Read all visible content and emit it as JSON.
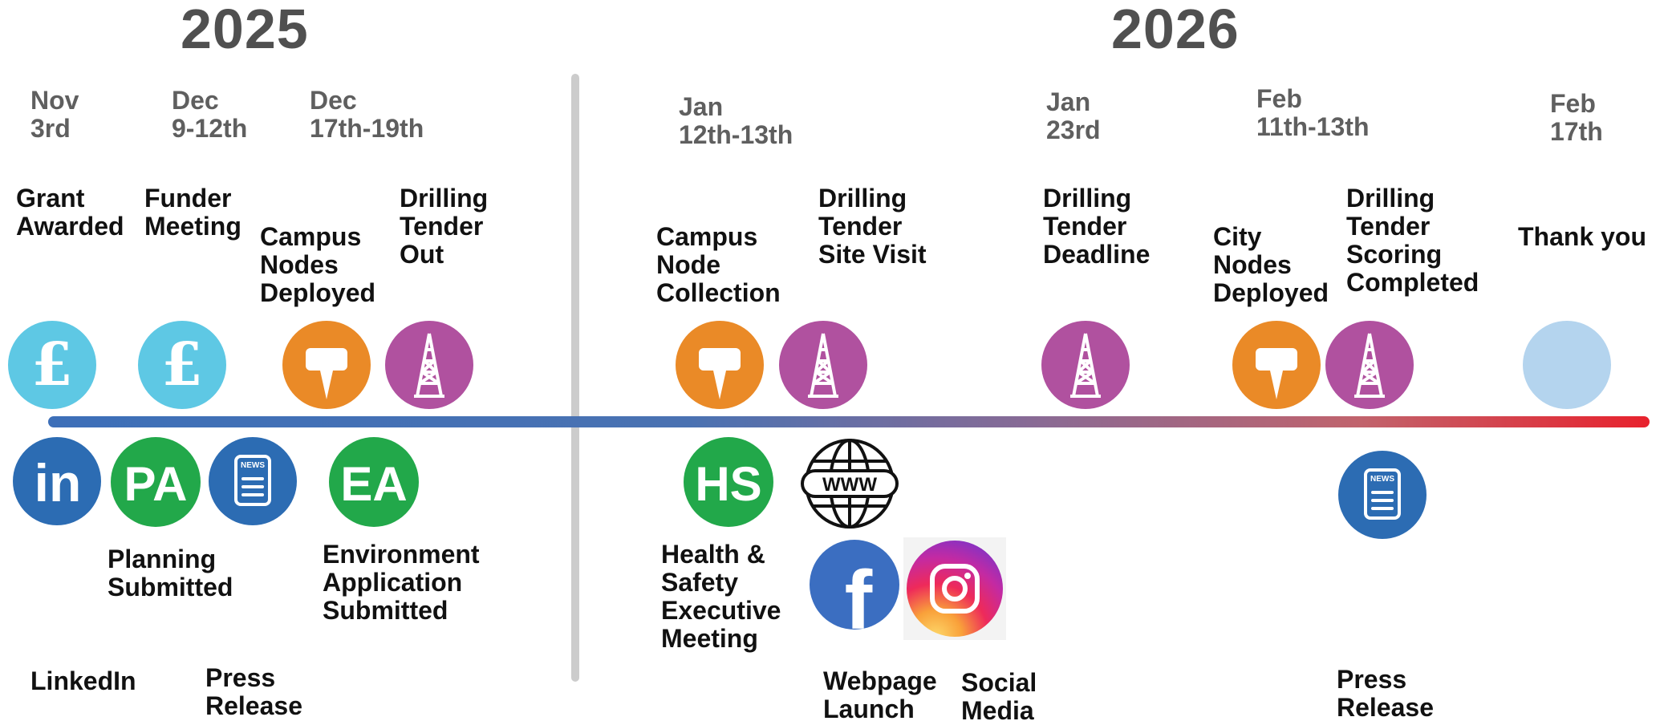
{
  "years": [
    "2025",
    "2026"
  ],
  "dates": [
    "Nov\n3rd",
    "Dec\n9-12th",
    "Dec\n17th-19th",
    "Jan\n12th-13th",
    "Jan\n23rd",
    "Feb\n11th-13th",
    "Feb\n17th"
  ],
  "milestones_above": [
    "Grant\nAwarded",
    "Funder\nMeeting",
    "Campus\nNodes\nDeployed",
    "Drilling\nTender\nOut",
    "Campus\nNode\nCollection",
    "Drilling\nTender\nSite Visit",
    "Drilling\nTender\nDeadline",
    "City\nNodes\nDeployed",
    "Drilling\nTender\nScoring\nCompleted",
    "Thank you"
  ],
  "milestones_below": [
    "Planning\nSubmitted",
    "Environment\nApplication\nSubmitted",
    "Health &\nSafety\nExecutive\nMeeting",
    "LinkedIn",
    "Press\nRelease",
    "Webpage\nLaunch",
    "Social\nMedia",
    "Press\nRelease"
  ],
  "icon_text": {
    "pound": "£",
    "linkedin": "in",
    "planning": "PA",
    "environment": "EA",
    "health_safety": "HS",
    "news": "NEWS",
    "www": "WWW",
    "facebook": "f"
  },
  "colors": {
    "funding": "#5ec8e4",
    "sensor_node": "#ea8a27",
    "drilling": "#b0519f",
    "thank_you": "#b4d4ee",
    "linkedin": "#2c6cb3",
    "planning": "#22a84a",
    "news": "#2c6cb3",
    "facebook": "#3b6ec1",
    "timeline_start": "#3d6fb8",
    "timeline_end": "#e8222d"
  }
}
